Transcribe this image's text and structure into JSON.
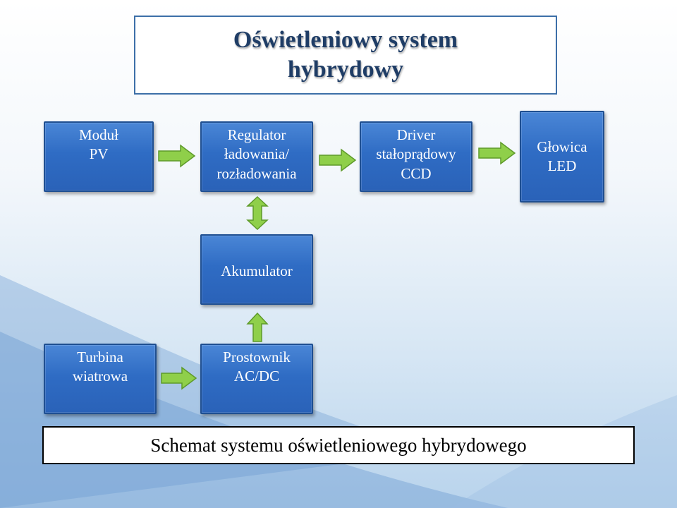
{
  "title": "Oświetleniowy system\nhybrydowy",
  "blocks": {
    "pv_module": "Moduł\nPV",
    "charge_regulator": "Regulator\nładowania/\nrozładowania",
    "ccd_driver": "Driver\nstałoprądowy\nCCD",
    "led_head": "Głowica\nLED",
    "battery": "Akumulator",
    "wind_turbine": "Turbina\nwiatrowa",
    "rectifier": "Prostownik\nAC/DC"
  },
  "caption": "Schemat systemu oświetleniowego hybrydowego",
  "colors": {
    "block_fill": "#2f6cc4",
    "block_border": "#1f4f91",
    "arrow_fill": "#8fcf4a",
    "title_text": "#1f3d66"
  }
}
